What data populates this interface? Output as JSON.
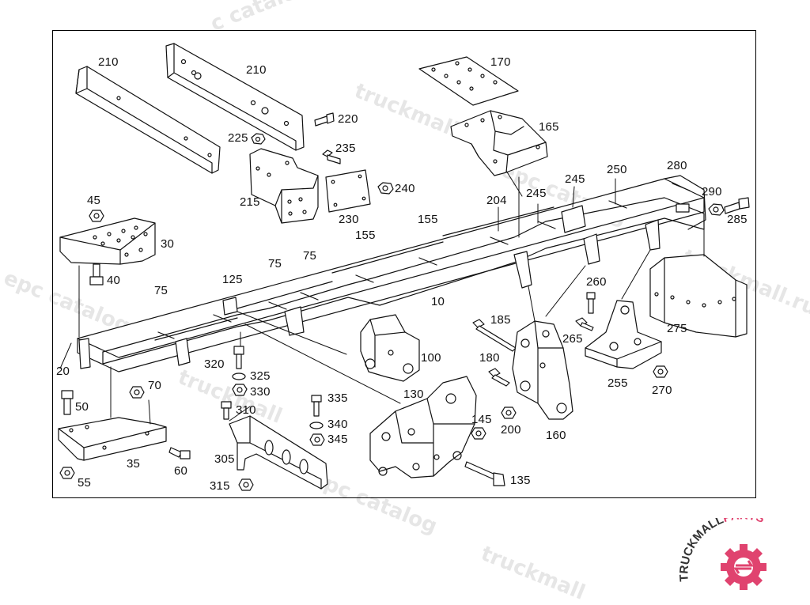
{
  "diagram": {
    "title": "",
    "labels": [
      {
        "id": "210a",
        "text": "210"
      },
      {
        "id": "210b",
        "text": "210"
      },
      {
        "id": "220",
        "text": "220"
      },
      {
        "id": "225",
        "text": "225"
      },
      {
        "id": "235",
        "text": "235"
      },
      {
        "id": "215",
        "text": "215"
      },
      {
        "id": "240",
        "text": "240"
      },
      {
        "id": "230",
        "text": "230"
      },
      {
        "id": "170",
        "text": "170"
      },
      {
        "id": "165",
        "text": "165"
      },
      {
        "id": "45",
        "text": "45"
      },
      {
        "id": "30",
        "text": "30"
      },
      {
        "id": "40",
        "text": "40"
      },
      {
        "id": "75a",
        "text": "75"
      },
      {
        "id": "75b",
        "text": "75"
      },
      {
        "id": "75c",
        "text": "75"
      },
      {
        "id": "125",
        "text": "125"
      },
      {
        "id": "155a",
        "text": "155"
      },
      {
        "id": "155b",
        "text": "155"
      },
      {
        "id": "204",
        "text": "204"
      },
      {
        "id": "245a",
        "text": "245"
      },
      {
        "id": "245b",
        "text": "245"
      },
      {
        "id": "250",
        "text": "250"
      },
      {
        "id": "280",
        "text": "280"
      },
      {
        "id": "290",
        "text": "290"
      },
      {
        "id": "285",
        "text": "285"
      },
      {
        "id": "10",
        "text": "10"
      },
      {
        "id": "260",
        "text": "260"
      },
      {
        "id": "275",
        "text": "275"
      },
      {
        "id": "185",
        "text": "185"
      },
      {
        "id": "265",
        "text": "265"
      },
      {
        "id": "100",
        "text": "100"
      },
      {
        "id": "180",
        "text": "180"
      },
      {
        "id": "255",
        "text": "255"
      },
      {
        "id": "270",
        "text": "270"
      },
      {
        "id": "20",
        "text": "20"
      },
      {
        "id": "320",
        "text": "320"
      },
      {
        "id": "325",
        "text": "325"
      },
      {
        "id": "330",
        "text": "330"
      },
      {
        "id": "70",
        "text": "70"
      },
      {
        "id": "50",
        "text": "50"
      },
      {
        "id": "335",
        "text": "335"
      },
      {
        "id": "310",
        "text": "310"
      },
      {
        "id": "130",
        "text": "130"
      },
      {
        "id": "340",
        "text": "340"
      },
      {
        "id": "345",
        "text": "345"
      },
      {
        "id": "145",
        "text": "145"
      },
      {
        "id": "200",
        "text": "200"
      },
      {
        "id": "160",
        "text": "160"
      },
      {
        "id": "35",
        "text": "35"
      },
      {
        "id": "305",
        "text": "305"
      },
      {
        "id": "60",
        "text": "60"
      },
      {
        "id": "55",
        "text": "55"
      },
      {
        "id": "315",
        "text": "315"
      },
      {
        "id": "135",
        "text": "135"
      }
    ]
  },
  "watermarks": [
    "c catalog",
    "truckmall.ru",
    "epc catalog",
    "l epc catalog",
    "truckmall.ru e",
    "truckmall",
    "epc catalog",
    "truckmall"
  ],
  "brand": {
    "name_part1": "TRUCKMALL",
    "name_part2": "PARTS",
    "color_dark": "#333333",
    "color_accent": "#e0436f"
  }
}
